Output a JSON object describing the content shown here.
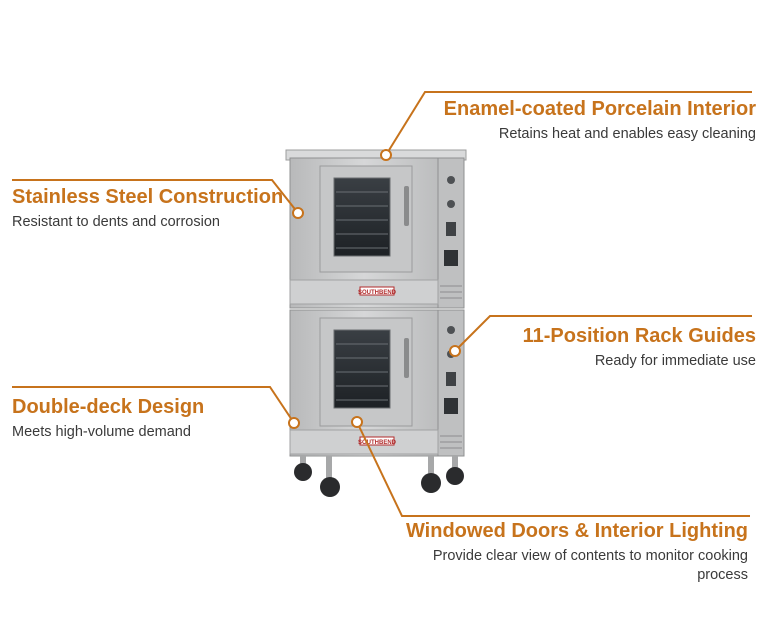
{
  "callouts": {
    "enamel": {
      "title": "Enamel-coated Porcelain Interior",
      "description": "Retains heat and enables easy cleaning"
    },
    "stainless": {
      "title": "Stainless Steel Construction",
      "description": "Resistant to dents and corrosion"
    },
    "rack": {
      "title": "11-Position Rack Guides",
      "description": "Ready for immediate use"
    },
    "double": {
      "title": "Double-deck Design",
      "description": "Meets high-volume demand"
    },
    "window": {
      "title": "Windowed Doors & Interior Lighting",
      "description": "Provide clear view of contents to monitor cooking process"
    }
  },
  "product": {
    "brand_logo_text": "SOUTHBEND"
  },
  "colors": {
    "accent": "#c7731c",
    "text": "#3a3a3a",
    "steel": "#c9cacb"
  },
  "icons": [
    "callout-dot-icon"
  ]
}
